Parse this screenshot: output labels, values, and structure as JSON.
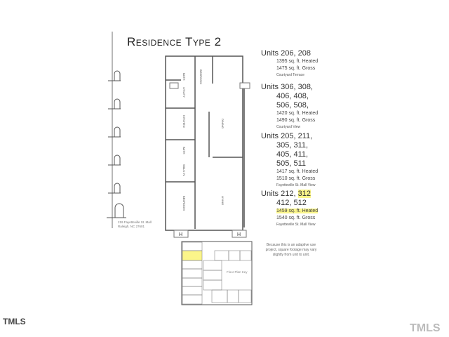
{
  "title": "Residence Type 2",
  "units": [
    {
      "lines": [
        "Units 206, 208"
      ],
      "heated": "1395 sq. ft. Heated",
      "gross": "1475 sq. ft. Gross",
      "view": "Courtyard Terrace"
    },
    {
      "lines": [
        "Units 306, 308,",
        "406, 408,",
        "506, 508,"
      ],
      "heated": "1420 sq. ft. Heated",
      "gross": "1490 sq. ft. Gross",
      "view": "Courtyard View"
    },
    {
      "lines": [
        "Units 205, 211,",
        "305, 311,",
        "405, 411,",
        "505, 511"
      ],
      "heated": "1417 sq. ft. Heated",
      "gross": "1510 sq. ft. Gross",
      "view": "Fayetteville St. Mall View"
    },
    {
      "lines_prefix": "Units 212, ",
      "lines_highlight": "312",
      "line2": "412, 512",
      "heated": "1459 sq. ft. Heated",
      "gross": "1540 sq. ft. Gross",
      "view": "Fayetteville St. Mall View"
    }
  ],
  "rooms": [
    "BATH",
    "BEDROOM",
    "UTILITY",
    "KITCHEN",
    "DINING",
    "BATH",
    "WALK IN",
    "BEDROOM",
    "LIVING"
  ],
  "address": [
    "219 Fayetteville St. Mall",
    "Raleigh, NC 27601"
  ],
  "note": "Because this is an adaptive use project, square footage may vary slightly from unit to unit.",
  "key_plan_label": "Floor Plan Key",
  "watermark_left": "TMLS",
  "watermark_right": "TMLS",
  "highlight_color": "#fbf58a"
}
